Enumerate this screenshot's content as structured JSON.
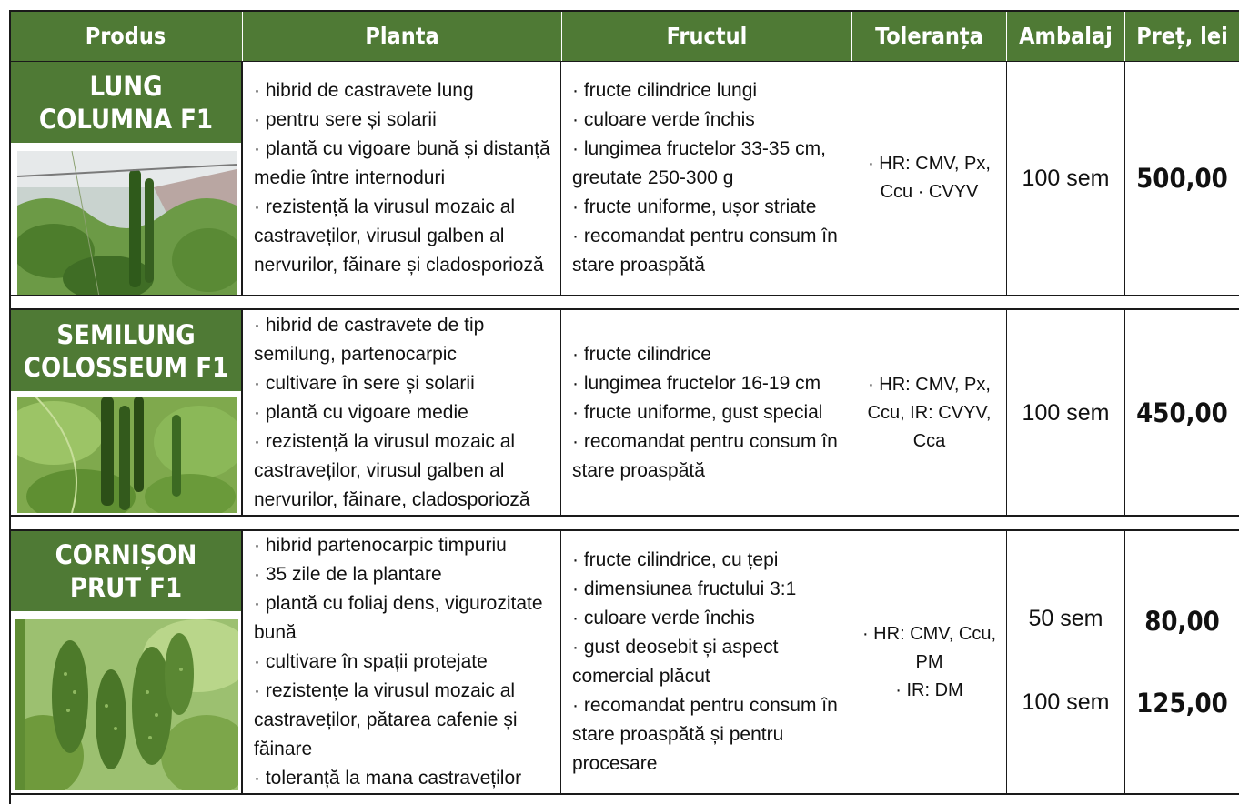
{
  "colors": {
    "header_green": "#4f7a35",
    "header_text": "#ffffff",
    "grid": "#1a1a1a"
  },
  "header": {
    "produs": "Produs",
    "planta": "Planta",
    "fructul": "Fructul",
    "toleranta": "Toleranța",
    "ambalaj": "Ambalaj",
    "pret": "Preț, lei"
  },
  "products": [
    {
      "name_line1": "LUNG",
      "name_line2": "COLUMNA F1",
      "image": "cucumber-plant-photo",
      "planta": "· hibrid de castravete lung\n· pentru sere și solarii\n· plantă cu vigoare bună și distanță medie între internoduri\n· rezistență la virusul mozaic al castraveților, virusul galben al nervurilor, făinare și cladosporioză",
      "fructul": "· fructe cilindrice lungi\n· culoare verde închis\n· lungimea fructelor 33-35 cm, greutate 250-300 g\n· fructe uniforme, ușor striate\n· recomandat pentru consum în stare proaspătă",
      "toleranta": "· HR: CMV, Px,\nCcu · CVYV",
      "ambalaj": [
        "100 sem"
      ],
      "pret": [
        "500,00"
      ]
    },
    {
      "name_line1": "SEMILUNG",
      "name_line2": "COLOSSEUM F1",
      "image": "cucumber-plant-photo",
      "planta": "· hibrid de castravete de tip semilung, partenocarpic\n· cultivare în sere și solarii\n· plantă cu vigoare medie\n· rezistență la virusul mozaic al castraveților, virusul galben al nervurilor, făinare, cladosporioză",
      "fructul": "· fructe cilindrice\n· lungimea fructelor 16-19 cm\n· fructe uniforme, gust special\n· recomandat pentru consum în stare proaspătă",
      "toleranta": "· HR: CMV, Px,\nCcu, IR: CVYV,\nCca",
      "ambalaj": [
        "100 sem"
      ],
      "pret": [
        "450,00"
      ]
    },
    {
      "name_line1": "CORNIȘON",
      "name_line2": "PRUT F1",
      "image": "gherkin-plant-photo",
      "planta": "· hibrid partenocarpic timpuriu\n· 35 zile de la plantare\n· plantă cu foliaj dens, vigurozitate bună\n· cultivare în spații protejate\n· rezistențe la virusul mozaic al castraveților, pătarea cafenie și făinare\n· toleranță la mana castraveților",
      "fructul": "· fructe cilindrice, cu țepi\n· dimensiunea fructului 3:1\n· culoare verde închis\n· gust deosebit și aspect comercial plăcut\n· recomandat pentru consum în stare proaspătă și pentru procesare",
      "toleranta": "· HR: CMV, Ccu,\nPM\n· IR: DM",
      "ambalaj": [
        "50 sem",
        "100 sem"
      ],
      "pret": [
        "80,00",
        "125,00"
      ]
    }
  ]
}
